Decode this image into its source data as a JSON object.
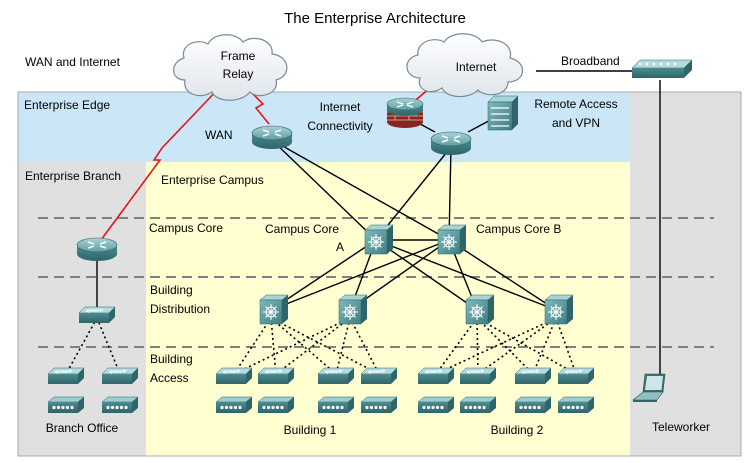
{
  "title": "The Enterprise Architecture",
  "regions": {
    "wan_internet": "WAN and Internet",
    "enterprise_edge": "Enterprise Edge",
    "enterprise_branch": "Enterprise Branch",
    "enterprise_campus": "Enterprise Campus"
  },
  "clouds": {
    "frame_relay_line1": "Frame",
    "frame_relay_line2": "Relay",
    "internet": "Internet"
  },
  "labels": {
    "broadband": "Broadband",
    "wan": "WAN",
    "internet_connectivity_line1": "Internet",
    "internet_connectivity_line2": "Connectivity",
    "remote_access_line1": "Remote Access",
    "remote_access_line2": "and VPN",
    "campus_core": "Campus Core",
    "campus_core_a_line1": "Campus Core",
    "campus_core_a_line2": "A",
    "campus_core_b": "Campus Core B",
    "building_distribution_line1": "Building",
    "building_distribution_line2": "Distribution",
    "building_access_line1": "Building",
    "building_access_line2": "Access",
    "branch_office": "Branch Office",
    "building_1": "Building 1",
    "building_2": "Building 2",
    "teleworker": "Teleworker"
  },
  "colors": {
    "edge_band": "#cbe6f6",
    "gray_panel": "#e0e0e0",
    "campus_panel": "#ffffd2",
    "device_teal": "#4f8f93",
    "wan_link": "#e8141b",
    "dashed_divider": "#808080"
  },
  "icons": {
    "router": "router-icon",
    "firewall": "firewall-router-icon",
    "vpn": "vpn-concentrator-icon",
    "multilayer_switch": "multilayer-switch-icon",
    "workgroup_switch": "workgroup-switch-icon",
    "hub": "hub-icon",
    "broadband_modem": "broadband-modem-icon",
    "laptop": "laptop-icon",
    "cloud": "cloud-icon"
  }
}
